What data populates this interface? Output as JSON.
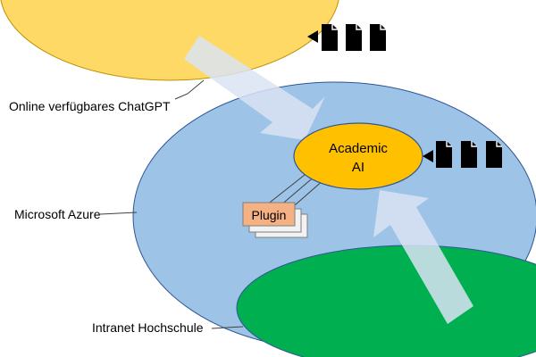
{
  "labels": {
    "online": "Online verfügbares ChatGPT",
    "azure": "Microsoft Azure",
    "intranet": "Intranet Hochschule"
  },
  "center": {
    "line1": "Academic",
    "line2": "AI"
  },
  "plugin": {
    "label": "Plugin"
  },
  "icons": {
    "documents": "document-icon",
    "arrow": "arrow-icon"
  },
  "colors": {
    "online_fill": "#FFD966",
    "azure_fill": "#9DC3E6",
    "intranet_fill": "#00B050",
    "center_fill": "#FFC000",
    "plugin_fill": "#F4B183",
    "arrow_fill": "#DAE3F3"
  }
}
